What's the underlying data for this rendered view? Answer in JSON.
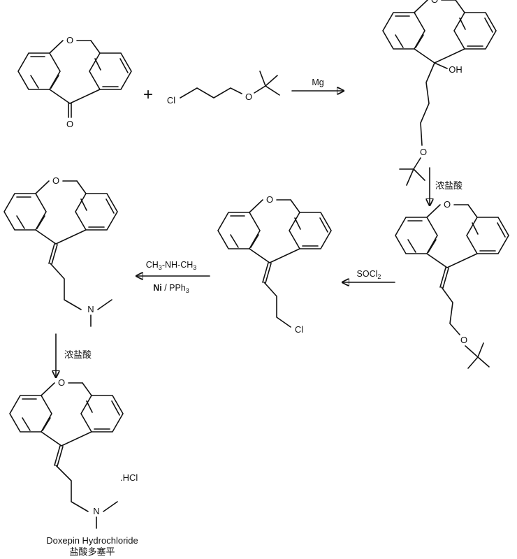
{
  "compounds": {
    "ketone": {
      "atoms": [
        "O",
        "O"
      ]
    },
    "chloroether": {
      "atoms": [
        "Cl",
        "O"
      ]
    },
    "carbinol": {
      "atoms": [
        "O",
        "OH",
        "O"
      ]
    },
    "ether_alkene": {
      "atoms": [
        "O",
        "O"
      ]
    },
    "chloro_alkene": {
      "atoms": [
        "O",
        "Cl"
      ]
    },
    "amine": {
      "atoms": [
        "O",
        "N"
      ]
    },
    "product": {
      "atoms": [
        "O",
        "N"
      ],
      "salt": ".HCl",
      "name_en": "Doxepin Hydrochloride",
      "name_zh": "盐酸多塞平"
    }
  },
  "reactions": {
    "plus": "+",
    "step1": {
      "reagent": "Mg"
    },
    "step2": {
      "reagent": "浓盐酸"
    },
    "step3": {
      "reagent_main": "SOCl",
      "reagent_sub": "2"
    },
    "step4": {
      "line1": [
        "CH",
        "3",
        "-NH-CH",
        "3"
      ],
      "line2_bold": "Ni",
      "line2_rest": " / PPh",
      "line2_sub": "3"
    },
    "step5": {
      "reagent": "浓盐酸"
    }
  }
}
